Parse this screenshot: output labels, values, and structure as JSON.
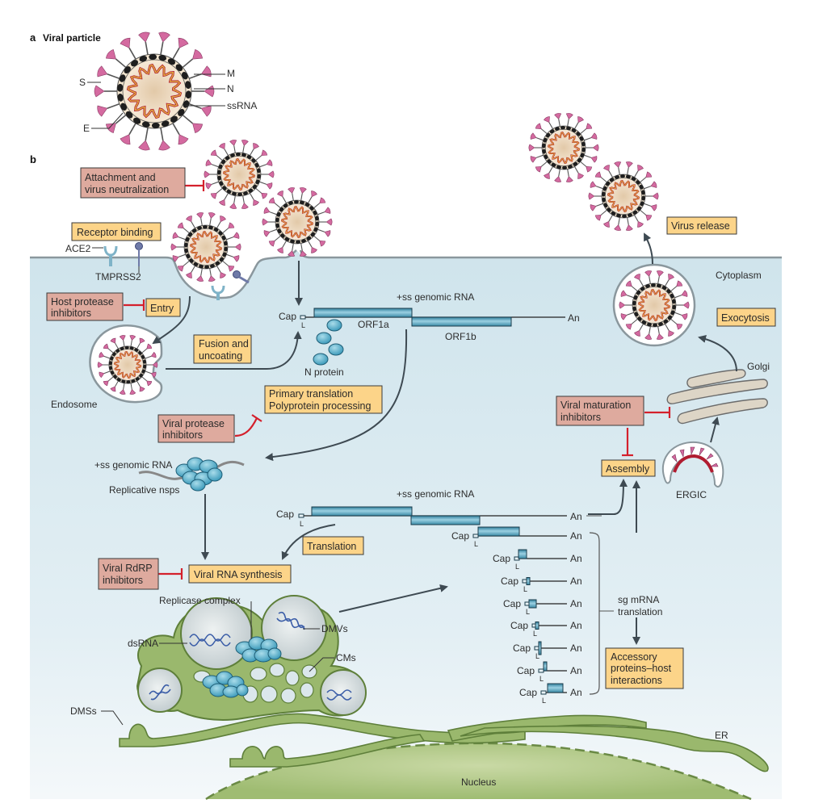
{
  "panel_a": {
    "letter": "a",
    "title": "Viral particle",
    "labels": {
      "S": "S",
      "M": "M",
      "N": "N",
      "ssRNA": "ssRNA",
      "E": "E"
    }
  },
  "panel_b": {
    "letter": "b",
    "region_labels": {
      "cytoplasm": "Cytoplasm",
      "endosome": "Endosome",
      "golgi": "Golgi",
      "ergic": "ERGIC",
      "er": "ER",
      "nucleus": "Nucleus",
      "dmss": "DMSs",
      "dmvs": "DMVs",
      "cms": "CMs",
      "dsrna": "dsRNA",
      "replicase_complex": "Replicase complex"
    },
    "receptors": {
      "ace2": "ACE2",
      "tmprss2": "TMPRSS2"
    },
    "process_boxes": {
      "receptor_binding": "Receptor binding",
      "entry": "Entry",
      "fusion_line1": "Fusion and",
      "fusion_line2": "uncoating",
      "primary_line1": "Primary translation",
      "primary_line2": "Polyprotein processing",
      "viral_rna_synthesis": "Viral RNA synthesis",
      "translation": "Translation",
      "assembly": "Assembly",
      "exocytosis": "Exocytosis",
      "virus_release": "Virus release",
      "accessory_line1": "Accessory",
      "accessory_line2": "proteins–host",
      "accessory_line3": "interactions"
    },
    "inhibitor_boxes": {
      "attachment_line1": "Attachment and",
      "attachment_line2": "virus neutralization",
      "host_protease_line1": "Host protease",
      "host_protease_line2": "inhibitors",
      "viral_protease_line1": "Viral protease",
      "viral_protease_line2": "inhibitors",
      "rdrp_line1": "Viral RdRP",
      "rdrp_line2": "inhibitors",
      "maturation_line1": "Viral maturation",
      "maturation_line2": "inhibitors"
    },
    "genome": {
      "top_title": "+ss genomic RNA",
      "cap": "Cap",
      "leader": "L",
      "orf1a": "ORF1a",
      "orf1b": "ORF1b",
      "polya": "An",
      "n_protein": "N protein",
      "replicative_rna": "+ss genomic RNA",
      "replicative_nsps": "Replicative nsps",
      "second_title": "+ss genomic RNA",
      "sg_label_line1": "sg mRNA",
      "sg_label_line2": "translation"
    },
    "sg_mrnas": [
      {
        "cap": "Cap",
        "leader": "L",
        "polya": "An"
      },
      {
        "cap": "Cap",
        "leader": "L",
        "polya": "An"
      },
      {
        "cap": "Cap",
        "leader": "L",
        "polya": "An"
      },
      {
        "cap": "Cap",
        "leader": "L",
        "polya": "An"
      },
      {
        "cap": "Cap",
        "leader": "L",
        "polya": "An"
      },
      {
        "cap": "Cap",
        "leader": "L",
        "polya": "An"
      },
      {
        "cap": "Cap",
        "leader": "L",
        "polya": "An"
      },
      {
        "cap": "Cap",
        "leader": "L",
        "polya": "An"
      }
    ]
  },
  "colors": {
    "cytoplasm": "#d3e7ee",
    "process_box": "#fcd489",
    "inhibitor_box": "#deaa9e",
    "inhibition": "#d4202c",
    "spike": "#d46aa0",
    "er_green": "#8fae62",
    "orf_blue": "#4aa3c0"
  }
}
